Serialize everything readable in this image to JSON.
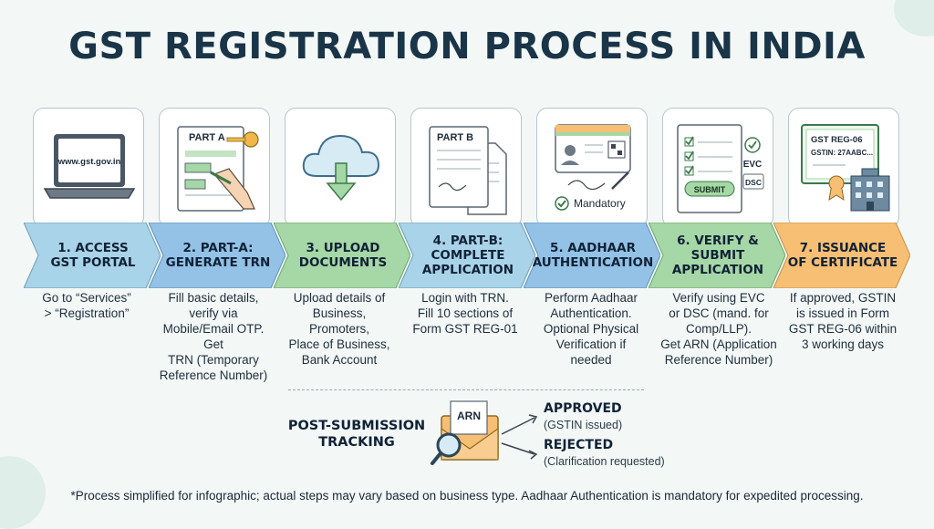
{
  "title": "GST REGISTRATION PROCESS IN INDIA",
  "colors": {
    "chevrons": [
      "#a9d3e8",
      "#93c2e6",
      "#a6d7a6",
      "#a9d3e8",
      "#93c2e6",
      "#a6d7a6",
      "#f7bf73"
    ],
    "title": "#1a3448"
  },
  "steps": [
    {
      "label_lines": [
        "1. ACCESS",
        "GST PORTAL"
      ],
      "icon": "laptop-icon",
      "icon_text": "www.gst.gov.in",
      "desc_lines": [
        "Go to “Services”",
        "> “Registration”"
      ]
    },
    {
      "label_lines": [
        "2. PART-A:",
        "GENERATE TRN"
      ],
      "icon": "form-key-icon",
      "icon_text": "PART A",
      "desc_lines": [
        "Fill basic details,",
        "verify via",
        "Mobile/Email OTP.",
        "Get",
        "TRN (Temporary",
        "Reference Number)"
      ]
    },
    {
      "label_lines": [
        "3. UPLOAD",
        "DOCUMENTS"
      ],
      "icon": "cloud-upload-icon",
      "desc_lines": [
        "Upload details of",
        "Business,",
        "Promoters,",
        "Place of Business,",
        "Bank Account"
      ]
    },
    {
      "label_lines": [
        "4. PART-B:",
        "COMPLETE",
        "APPLICATION"
      ],
      "icon": "documents-icon",
      "icon_text": "PART B",
      "desc_lines": [
        "Login with TRN.",
        "Fill 10 sections of",
        "Form GST REG-01"
      ]
    },
    {
      "label_lines": [
        "5. AADHAAR",
        "AUTHENTICATION"
      ],
      "icon": "id-card-icon",
      "icon_text": "Mandatory",
      "desc_lines": [
        "Perform Aadhaar",
        "Authentication.",
        "Optional Physical",
        "Verification if",
        "needed"
      ]
    },
    {
      "label_lines": [
        "6. VERIFY &",
        "SUBMIT",
        "APPLICATION"
      ],
      "icon": "checklist-icon",
      "icon_texts": [
        "SUBMIT",
        "EVC",
        "DSC"
      ],
      "desc_lines": [
        "Verify using EVC",
        "or DSC (mand. for",
        "Comp/LLP).",
        "Get ARN (Application",
        "Reference Number)"
      ]
    },
    {
      "label_lines": [
        "7. ISSUANCE",
        "OF CERTIFICATE"
      ],
      "icon": "certificate-icon",
      "icon_texts": [
        "GST REG-06",
        "GSTIN: 27AABC..."
      ],
      "desc_lines": [
        "If approved, GSTIN",
        "is issued in Form",
        "GST REG-06 within",
        "3 working days"
      ]
    }
  ],
  "tracking": {
    "title_lines": [
      "POST-SUBMISSION",
      "TRACKING"
    ],
    "envelope_text": "ARN",
    "approved": "APPROVED",
    "approved_note": "(GSTIN issued)",
    "rejected": "REJECTED",
    "rejected_note": "(Clarification requested)"
  },
  "footnote": "*Process simplified for infographic; actual steps may vary based on business type. Aadhaar Authentication is mandatory for expedited processing."
}
